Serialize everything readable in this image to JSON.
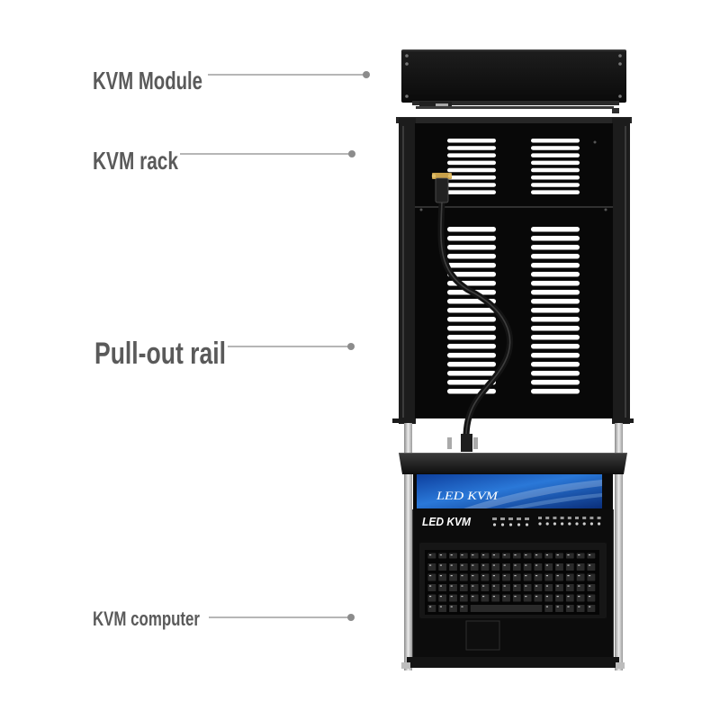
{
  "labels": {
    "kvm_module": "KVM Module",
    "kvm_rack": "KVM rack",
    "pull_out_rail": "Pull-out rail",
    "kvm_computer": "KVM computer"
  },
  "product": {
    "screen_text": "LED KVM",
    "panel_text": "LED KVM"
  },
  "colors": {
    "label_text": "#5a5a5a",
    "leader_line": "#9d9d9d",
    "leader_dot": "#8c8c8c",
    "hardware_black": "#0c0c0c",
    "screen_blue": "#2a78d8",
    "connector_gold": "#c9a14a"
  }
}
